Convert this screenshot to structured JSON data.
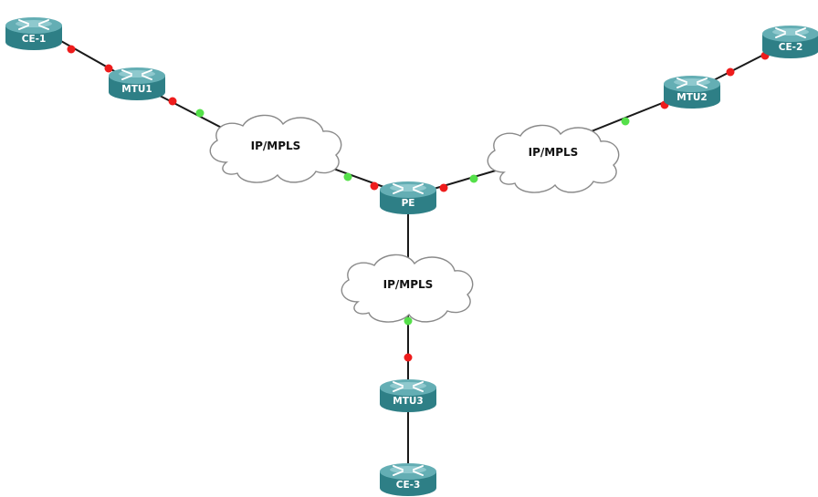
{
  "diagram": {
    "routers": [
      {
        "id": "ce1",
        "label": "CE-1"
      },
      {
        "id": "mtu1",
        "label": "MTU1"
      },
      {
        "id": "ce2",
        "label": "CE-2"
      },
      {
        "id": "mtu2",
        "label": "MTU2"
      },
      {
        "id": "pe",
        "label": "PE"
      },
      {
        "id": "mtu3",
        "label": "MTU3"
      },
      {
        "id": "ce3",
        "label": "CE-3"
      }
    ],
    "clouds": [
      {
        "id": "cloud_left",
        "label": "IP/MPLS"
      },
      {
        "id": "cloud_right",
        "label": "IP/MPLS"
      },
      {
        "id": "cloud_center",
        "label": "IP/MPLS"
      }
    ],
    "links": [
      {
        "from": "ce1",
        "to": "mtu1",
        "from_port": "red",
        "to_port": "red"
      },
      {
        "from": "mtu1",
        "to": "cloud_left",
        "from_port": "red",
        "to_port": "green"
      },
      {
        "from": "cloud_left",
        "to": "pe",
        "from_port": "green",
        "to_port": "red"
      },
      {
        "from": "pe",
        "to": "cloud_right",
        "from_port": "red",
        "to_port": "green"
      },
      {
        "from": "cloud_right",
        "to": "mtu2",
        "from_port": "green",
        "to_port": "red"
      },
      {
        "from": "mtu2",
        "to": "ce2",
        "from_port": "red",
        "to_port": "red"
      },
      {
        "from": "pe",
        "to": "cloud_center",
        "from_port": "none",
        "to_port": "none"
      },
      {
        "from": "cloud_center",
        "to": "mtu3",
        "from_port": "green",
        "to_port": "red"
      },
      {
        "from": "mtu3",
        "to": "ce3",
        "from_port": "none",
        "to_port": "none"
      }
    ],
    "colors": {
      "router_body": "#2e7f86",
      "router_top": "#64aeb4",
      "port_up": "#55e04a",
      "port_down": "#ee1c1c"
    }
  }
}
